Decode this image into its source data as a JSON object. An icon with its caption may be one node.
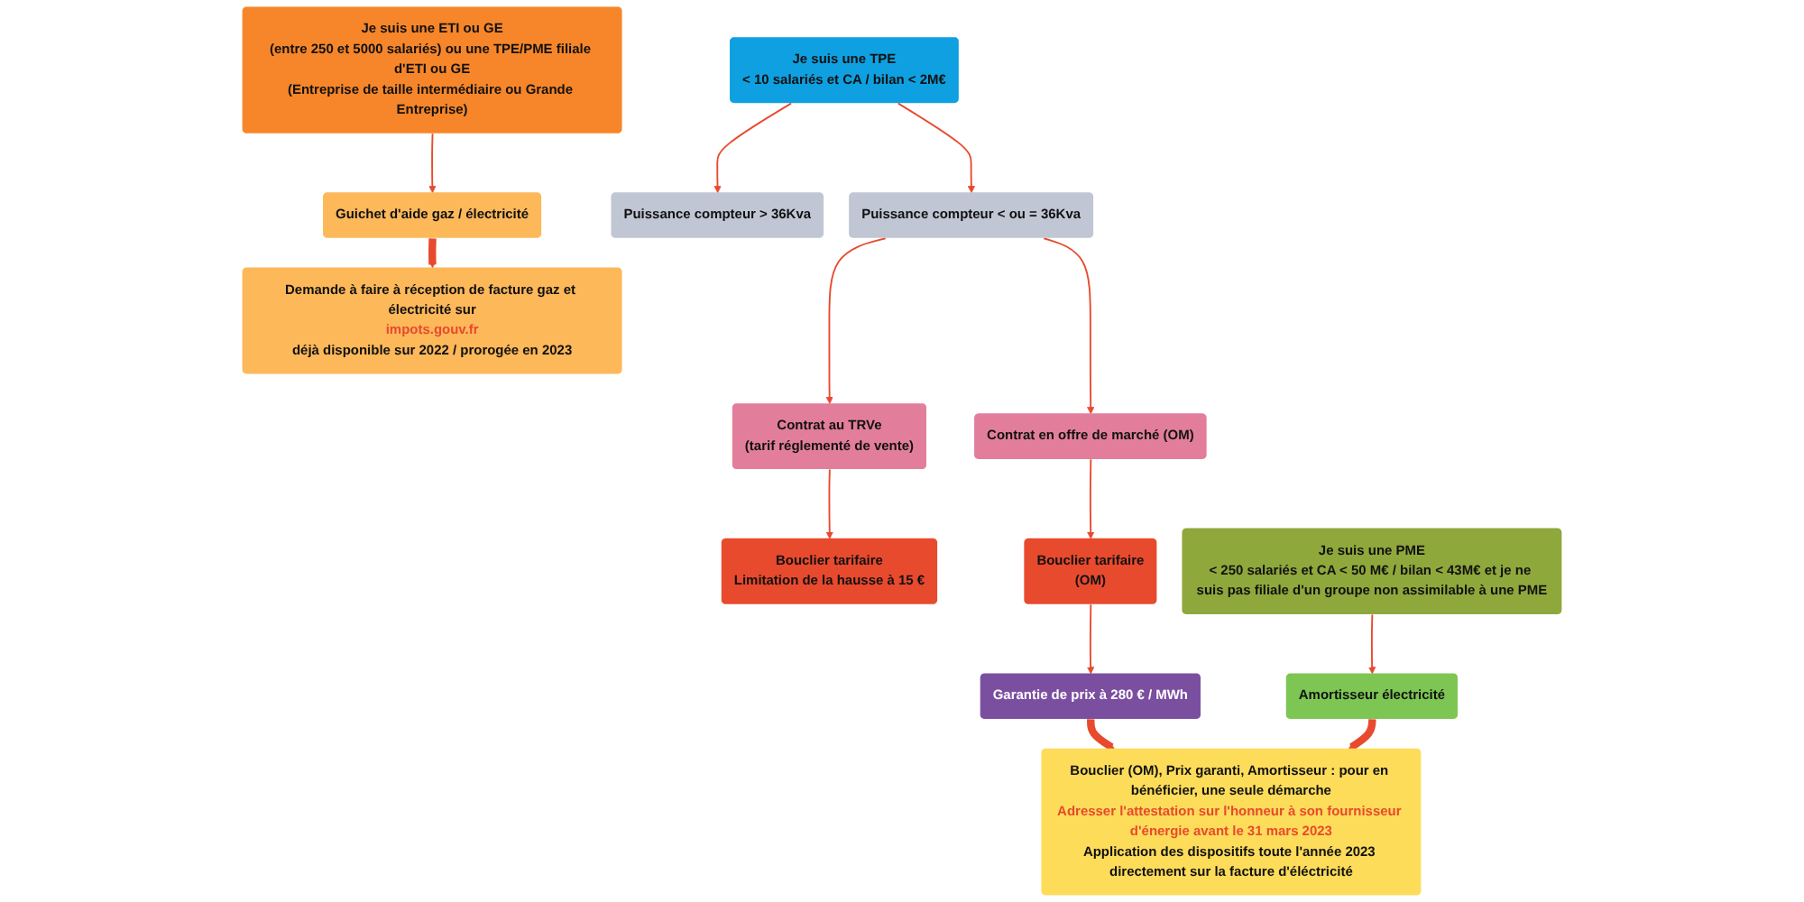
{
  "diagram": {
    "nodes": [
      {
        "text": [
          "Je suis une TPE",
          "< 10 salariés et CA / bilan < 2M€"
        ]
      },
      {
        "text": [
          "Puissance compteur < ou = 36Kva"
        ]
      },
      {
        "text": [
          "Puissance compteur > 36Kva"
        ]
      },
      {
        "text": [
          "Contrat au TRVe",
          "(tarif réglementé de vente)"
        ]
      },
      {
        "text": [
          "Contrat en offre de marché (OM)"
        ]
      },
      {
        "text": [
          "Bouclier tarifaire",
          "Limitation de la hausse à 15 €"
        ]
      },
      {
        "text": [
          "Bouclier tarifaire",
          "(OM)"
        ]
      },
      {
        "text": [
          "Garantie de prix à 280 € / MWh"
        ]
      },
      {
        "text": [
          "Je suis une PME",
          "< 250 salariés et CA < 50 M€ / bilan < 43M€ et je ne suis pas filiale d'un groupe non assimilable à une PME"
        ]
      },
      {
        "text": [
          "Amortisseur électricité"
        ]
      },
      {
        "text": [
          "Je suis une ETI ou GE",
          "(entre 250 et 5000 salariés) ou une TPE/PME filiale d'ETI ou GE",
          "(Entreprise de taille intermédiaire ou Grande Entreprise)"
        ]
      },
      {
        "text": [
          "Guichet d'aide gaz / électricité"
        ]
      },
      {
        "text": [
          "Demande à faire à réception de facture gaz et électricité sur",
          "impots.gouv.fr",
          "déjà disponible sur 2022 / prorogée en 2023"
        ]
      },
      {
        "text": [
          "Bouclier (OM), Prix garanti, Amortisseur : pour en bénéficier, une seule démarche",
          "Adresser l'attestation sur l'honneur à son fournisseur d'énergie avant le 31 mars 2023",
          "Application des dispositifs toute l'année 2023 directement sur la facture d'éléctricité"
        ]
      }
    ],
    "edges": [
      {
        "from": 0,
        "to": 1,
        "arrow": "to"
      },
      {
        "from": 0,
        "to": 2,
        "arrow": "to"
      },
      {
        "from": 1,
        "to": 3,
        "arrow": "to"
      },
      {
        "from": 1,
        "to": 4,
        "arrow": "to"
      },
      {
        "from": 3,
        "to": 5,
        "arrow": "to"
      },
      {
        "from": 4,
        "to": 6,
        "arrow": "to"
      },
      {
        "from": 6,
        "to": 7,
        "arrow": "to"
      },
      {
        "from": 7,
        "to": 13,
        "arrow": "to",
        "style": "thick"
      },
      {
        "from": 8,
        "to": 9,
        "arrow": "to"
      },
      {
        "from": 9,
        "to": 13,
        "arrow": "to",
        "style": "thick"
      },
      {
        "from": 10,
        "to": 11,
        "arrow": "to"
      },
      {
        "from": 11,
        "to": 12,
        "arrow": "to",
        "style": "thick"
      }
    ]
  }
}
